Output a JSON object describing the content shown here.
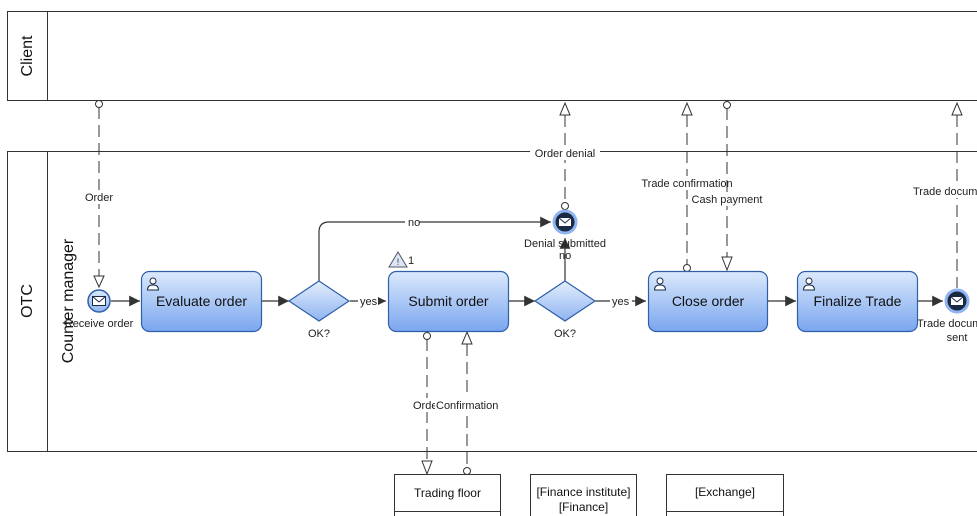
{
  "pools": {
    "client": "Client",
    "otc": "OTC",
    "lane": "Counter manager"
  },
  "tasks": {
    "evaluate": "Evaluate order",
    "submit": "Submit order",
    "close": "Close order",
    "finalize": "Finalize Trade"
  },
  "gateways": {
    "g1": "OK?",
    "g2": "OK?"
  },
  "events": {
    "receive_order": "Receive order",
    "denial_submitted": "Denial submitted",
    "trade_docs_sent_1": "Trade docum",
    "trade_docs_sent_2": "sent"
  },
  "flows": {
    "no_1": "no",
    "yes_1": "yes",
    "no_2": "no",
    "yes_2": "yes"
  },
  "messages": {
    "order": "Order",
    "order_denial": "Order denial",
    "trade_confirmation": "Trade confirmation",
    "cash_payment": "Cash payment",
    "trade_documents": "Trade docum",
    "order_down": "Orde",
    "confirmation": "Confirmation"
  },
  "warning": {
    "count": "1"
  },
  "external_pools": {
    "trading_floor": "Trading floor",
    "finance_1": "[Finance institute]",
    "finance_2": "[Finance]",
    "exchange": "[Exchange]"
  },
  "colors": {
    "task_light": "#d6e6fb",
    "task_dark": "#7faaf0",
    "task_stroke": "#2f5fa8",
    "event_dark": "#1a2a44"
  }
}
